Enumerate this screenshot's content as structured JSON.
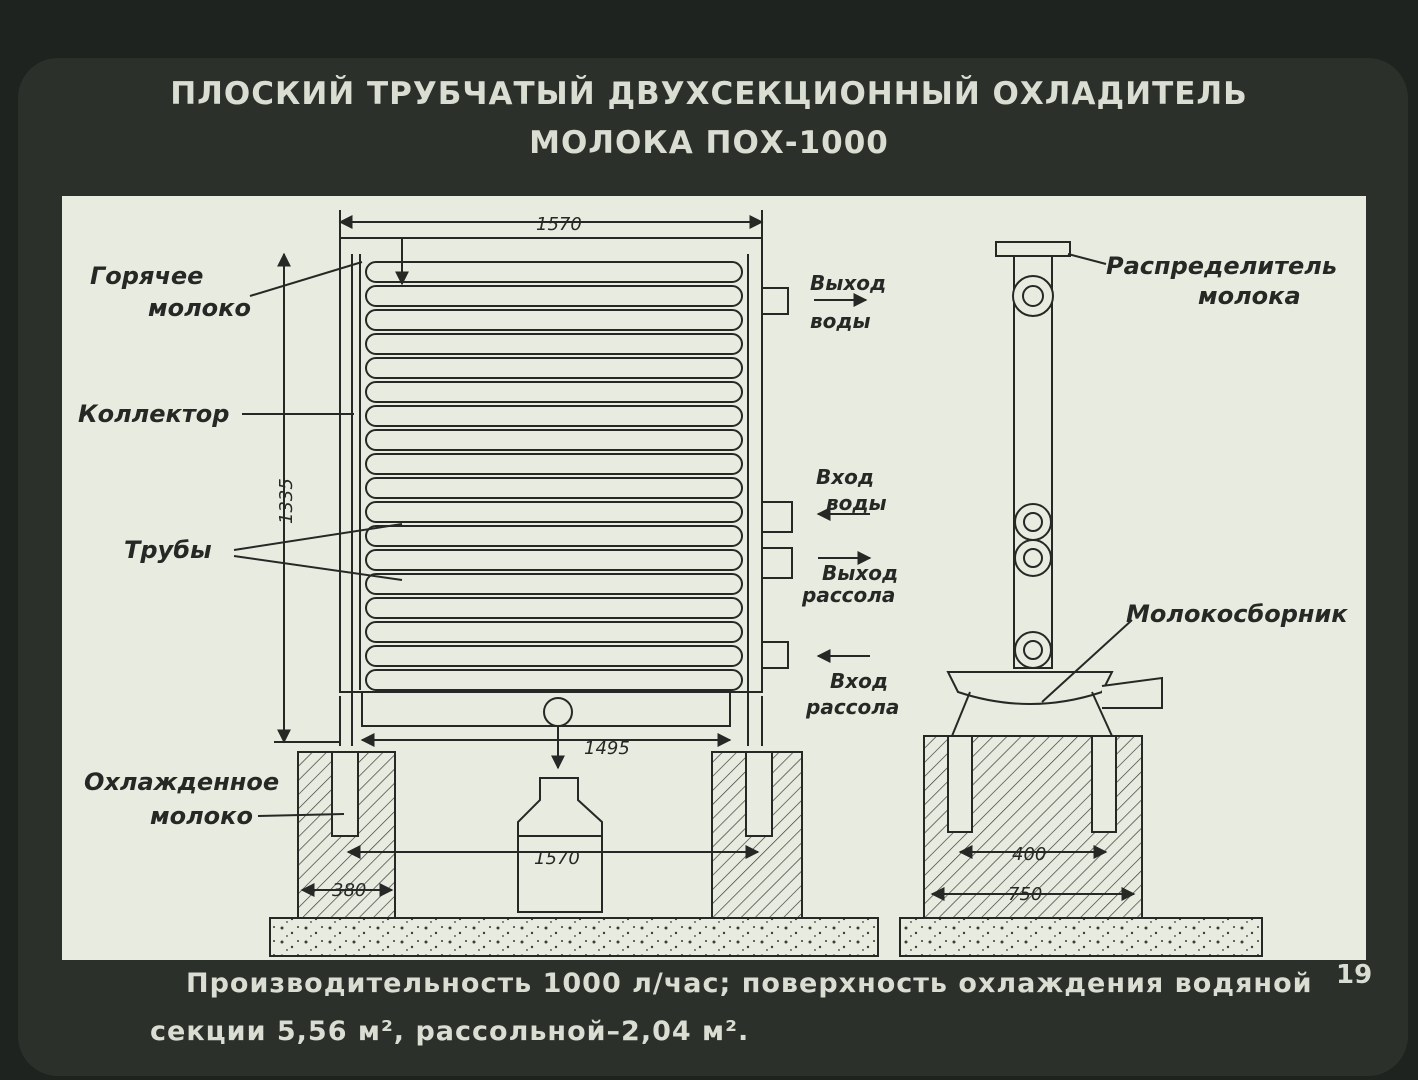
{
  "title": {
    "line1": "ПЛОСКИЙ ТРУБЧАТЫЙ ДВУХСЕКЦИОННЫЙ ОХЛАДИТЕЛЬ",
    "line2": "МОЛОКА ПОХ-1000"
  },
  "labels": {
    "hot_milk_1": "Горячее",
    "hot_milk_2": "молоко",
    "collector": "Коллектор",
    "tubes": "Трубы",
    "cooled_milk_1": "Охлажденное",
    "cooled_milk_2": "молоко",
    "water_out_1": "Выход",
    "water_out_2": "воды",
    "water_in_1": "Вход",
    "water_in_2": "воды",
    "brine_out_1": "Выход",
    "brine_out_2": "рассола",
    "brine_in_1": "Вход",
    "brine_in_2": "рассола",
    "distributor_1": "Распределитель",
    "distributor_2": "молока",
    "milk_collector": "Молокосборник"
  },
  "dimensions": {
    "top_width": "1570",
    "height": "1335",
    "tray_width": "1495",
    "base_span": "1570",
    "foundation_width": "380",
    "side_inner": "400",
    "side_outer": "750"
  },
  "caption": {
    "line1": "Производительность 1000 л/час; поверхность охлаждения водяной",
    "line2": "секции 5,56 м², рассольной–2,04 м²."
  },
  "page_number": "19",
  "colors": {
    "background": "#1f2320",
    "panel": "#e8ece0",
    "ink": "#262825",
    "caption_text": "#d9ddd2"
  }
}
